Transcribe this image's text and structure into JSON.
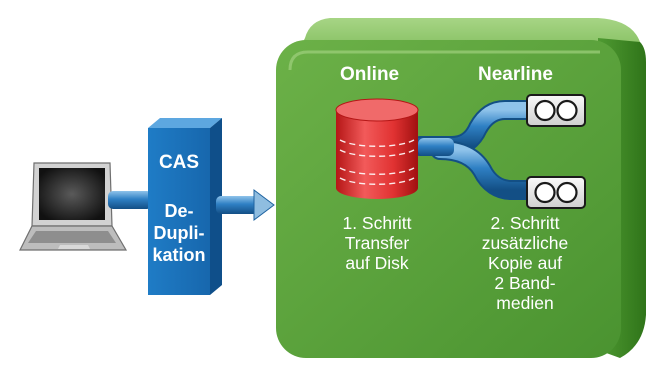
{
  "labels": {
    "cas_title": "CAS",
    "cas_process": "De-\nDupli-\nkation",
    "online": "Online",
    "nearline": "Nearline",
    "step1": "1. Schritt\nTransfer\nauf Disk",
    "step2": "2. Schritt\nzusätzliche\nKopie auf\n2 Band-\nmedien"
  },
  "icons": [
    "laptop-icon",
    "disk-cylinder-icon",
    "tape-cartridge-icon"
  ],
  "colors": {
    "green_front": "#5aa33a",
    "green_top": "#8cc46a",
    "green_side": "#3d8524",
    "cas_blue": "#1a6fb8",
    "disk_red": "#e03030",
    "pipe_blue": "#2a78b8",
    "text": "#ffffff"
  }
}
